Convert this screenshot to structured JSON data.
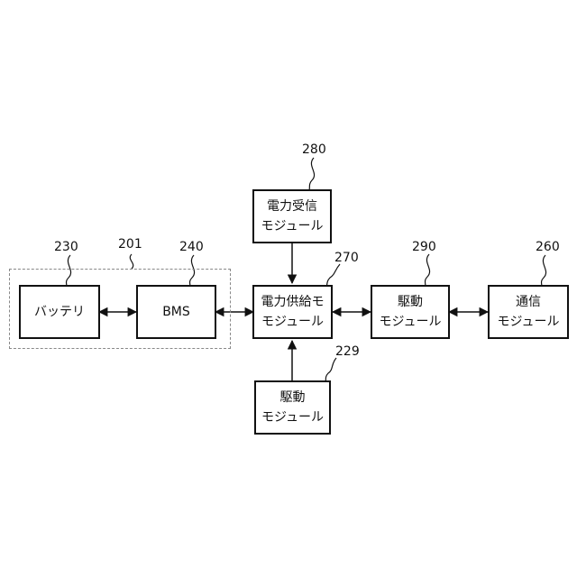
{
  "blocks": {
    "battery": {
      "ref": "230",
      "lines": [
        "バッテリ"
      ]
    },
    "bms": {
      "ref": "240",
      "lines": [
        "BMS"
      ]
    },
    "power_receive": {
      "ref": "280",
      "lines": [
        "電力受信",
        "モジュール"
      ]
    },
    "power_supply": {
      "ref": "270",
      "lines": [
        "電力供給モ",
        "モジュール"
      ]
    },
    "drive_lower": {
      "ref": "229",
      "lines": [
        "駆動",
        "モジュール"
      ]
    },
    "drive_right": {
      "ref": "290",
      "lines": [
        "駆動",
        "モジュール"
      ]
    },
    "comm": {
      "ref": "260",
      "lines": [
        "通信",
        "モジュール"
      ]
    }
  },
  "group": {
    "ref": "201"
  }
}
